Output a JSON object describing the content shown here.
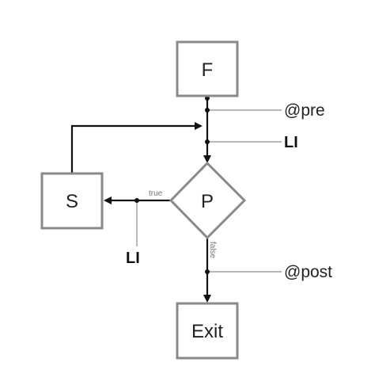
{
  "nodes": {
    "f": "F",
    "s": "S",
    "p": "P",
    "exit": "Exit"
  },
  "edge_labels": {
    "true": "true",
    "false": "false"
  },
  "annotations": {
    "pre": "@pre",
    "li_top": "LI",
    "li_bottom": "LI",
    "post": "@post"
  },
  "colors": {
    "node_border": "#8a8a8a",
    "edge": "#111111",
    "leader": "#8c8c8c"
  }
}
